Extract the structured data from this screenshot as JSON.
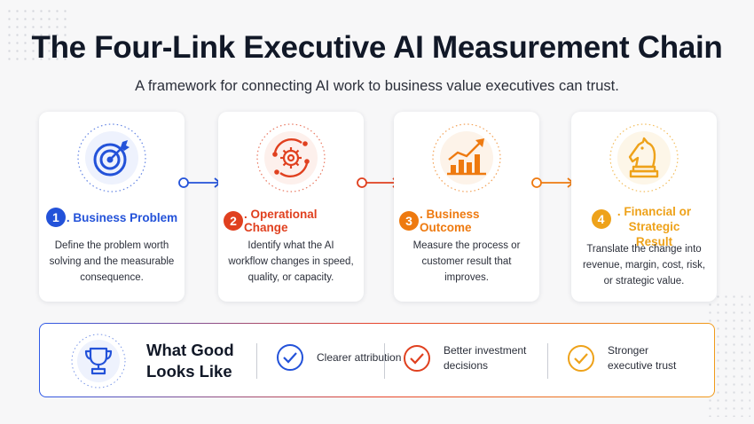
{
  "title": "The Four-Link Executive AI Measurement Chain",
  "subtitle": "A framework for connecting AI work to business value executives can trust.",
  "steps": [
    {
      "number": "1",
      "label": ". Business Problem",
      "description": "Define the problem worth solving and the measurable consequence.",
      "color": "#2352d9",
      "icon": "target-icon"
    },
    {
      "number": "2",
      "label": ". Operational Change",
      "description": "Identify what the AI workflow changes in speed, quality, or capacity.",
      "color": "#e0401f",
      "icon": "gear-cycle-icon"
    },
    {
      "number": "3",
      "label": ". Business Outcome",
      "description": "Measure the process or customer result that improves.",
      "color": "#ee7a10",
      "icon": "bar-chart-growth-icon"
    },
    {
      "number": "4",
      "label": ". Financial or Strategic Result",
      "description": "Translate the change into revenue, margin, cost, risk, or strategic value.",
      "color": "#eea21a",
      "icon": "chess-knight-icon"
    }
  ],
  "good": {
    "title": "What Good Looks Like",
    "benefits": [
      {
        "text": "Clearer attribution",
        "color": "#2352d9"
      },
      {
        "text": "Better investment decisions",
        "color": "#e0401f"
      },
      {
        "text": "Stronger executive trust",
        "color": "#eea21a"
      }
    ]
  }
}
